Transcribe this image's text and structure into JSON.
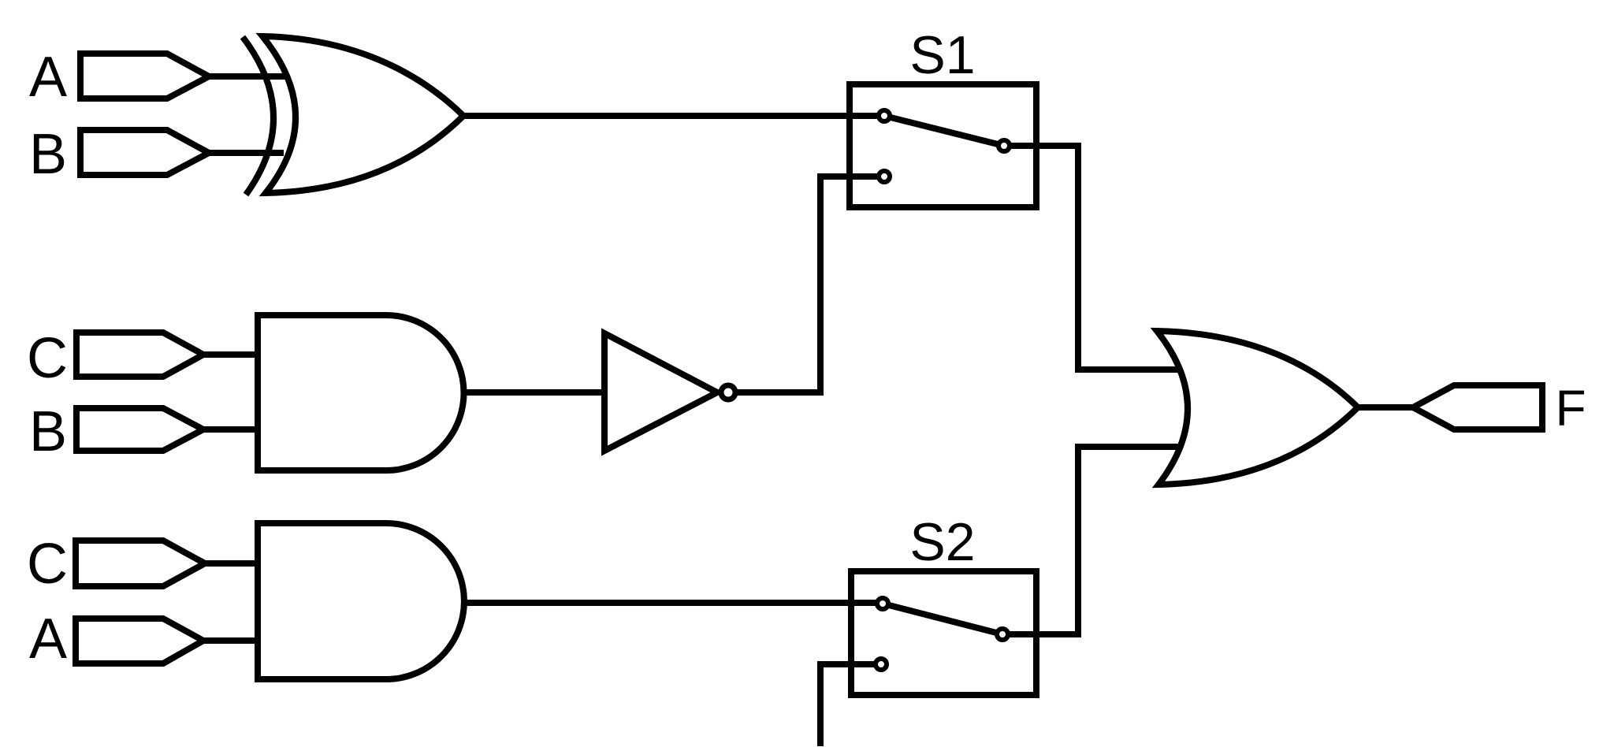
{
  "diagram": {
    "type": "logic-circuit-schematic",
    "background_color": "#ffffff",
    "line_color": "#000000",
    "labels": {
      "input_a_top": "A",
      "input_b_top": "B",
      "input_c_mid": "C",
      "input_b_mid": "B",
      "input_c_low": "C",
      "input_a_low": "A",
      "switch_s1": "S1",
      "switch_s2": "S2",
      "output_f": "F"
    },
    "components": [
      {
        "name": "xor-gate",
        "inputs": [
          "A",
          "B"
        ]
      },
      {
        "name": "and-gate-upper",
        "inputs": [
          "C",
          "B"
        ]
      },
      {
        "name": "not-gate",
        "inputs": [
          "and-gate-upper"
        ]
      },
      {
        "name": "and-gate-lower",
        "inputs": [
          "C",
          "A"
        ]
      },
      {
        "name": "switch",
        "label": "S1",
        "inputs": [
          "xor-gate",
          "not-gate"
        ]
      },
      {
        "name": "switch",
        "label": "S2",
        "inputs": [
          "and-gate-lower",
          "bottom-stub"
        ]
      },
      {
        "name": "or-gate",
        "inputs": [
          "S1",
          "S2"
        ],
        "output": "F"
      }
    ]
  }
}
